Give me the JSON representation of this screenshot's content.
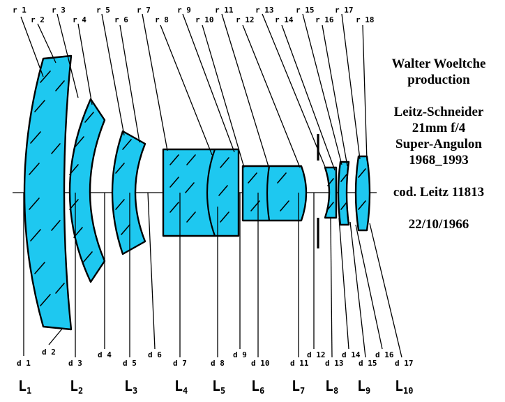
{
  "info": {
    "author": "Walter Woeltche",
    "author_sub": "production",
    "maker": "Leitz-Schneider",
    "spec": "21mm f/4",
    "model": "Super-Angulon",
    "years": "1968_1993",
    "code": "cod. Leitz 11813",
    "date": "22/10/1966"
  },
  "radius_labels": [
    "r 1",
    "r 2",
    "r 3",
    "r 4",
    "r 5",
    "r 6",
    "r 7",
    "r 8",
    "r 9",
    "r 10",
    "r 11",
    "r 12",
    "r 13",
    "r 14",
    "r 15",
    "r 16",
    "r 17",
    "r 18"
  ],
  "distance_labels": [
    "d 1",
    "d 2",
    "d 3",
    "d 4",
    "d 5",
    "d 6",
    "d 7",
    "d 8",
    "d 9",
    "d 10",
    "d 11",
    "d 12",
    "d 13",
    "d 14",
    "d 15",
    "d 16",
    "d 17"
  ],
  "element_labels": [
    {
      "main": "L",
      "sub": "1"
    },
    {
      "main": "L",
      "sub": "2"
    },
    {
      "main": "L",
      "sub": "3"
    },
    {
      "main": "L",
      "sub": "4"
    },
    {
      "main": "L",
      "sub": "5"
    },
    {
      "main": "L",
      "sub": "6"
    },
    {
      "main": "L",
      "sub": "7"
    },
    {
      "main": "L",
      "sub": "8"
    },
    {
      "main": "L",
      "sub": "9"
    },
    {
      "main": "L",
      "sub": "10"
    }
  ],
  "colors": {
    "glass": "#1ec8f0",
    "line": "#000000",
    "background": "#ffffff"
  }
}
